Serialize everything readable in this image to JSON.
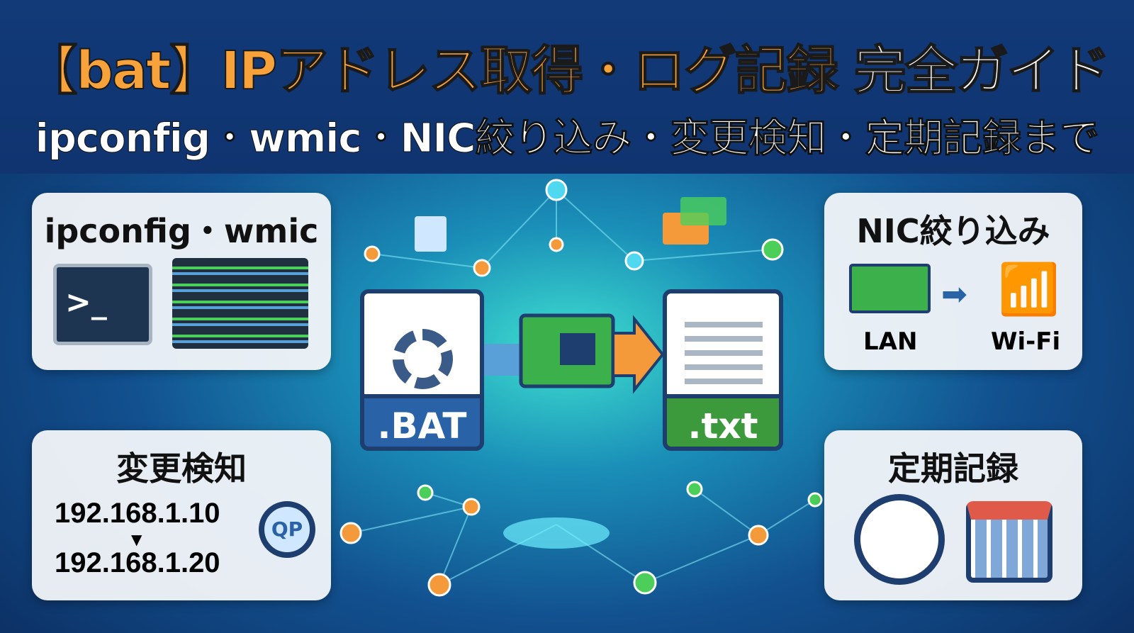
{
  "title": {
    "highlight": "【bat】IPアドレス取得・ログ記録",
    "rest": "完全ガイド"
  },
  "subtitle": "ipconfig・wmic・NIC絞り込み・変更検知・定期記録まで",
  "cards": {
    "tools": {
      "title": "ipconfig・wmic",
      "prompt": ">_"
    },
    "nic": {
      "title": "NIC絞り込み",
      "lan": "LAN",
      "wifi": "Wi-Fi"
    },
    "detect": {
      "title": "変更検知",
      "ip_old": "192.168.1.10",
      "arrow": "▼",
      "ip_new": "192.168.1.20",
      "magnifier": "QP"
    },
    "schedule": {
      "title": "定期記録"
    }
  },
  "center": {
    "bat_label": ".BAT",
    "txt_label": ".txt"
  },
  "colors": {
    "orange": "#f7a23a",
    "bat_blue": "#2a62a8",
    "txt_green": "#3c9a3c",
    "node_orange": "#f59a3a",
    "node_green": "#4ccf5a",
    "node_cyan": "#4fd8f0"
  }
}
